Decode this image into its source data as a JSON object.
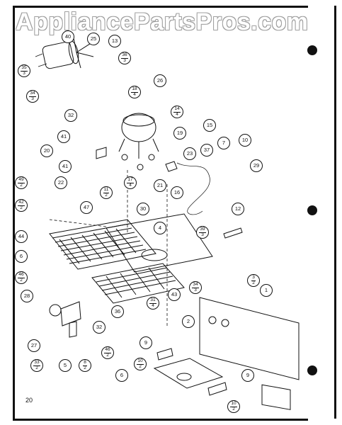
{
  "watermark": "AppliancePartsPros.com",
  "page_number": "20",
  "callouts": [
    {
      "id": "c40",
      "text": "40"
    },
    {
      "id": "c25",
      "text": "25"
    },
    {
      "id": "c13",
      "text": "13"
    },
    {
      "id": "c36_3",
      "num": "36",
      "den": "3"
    },
    {
      "id": "c35_3",
      "num": "35",
      "den": "3"
    },
    {
      "id": "c34_3",
      "num": "34",
      "den": "3"
    },
    {
      "id": "c26",
      "text": "26"
    },
    {
      "id": "c18_4",
      "num": "18",
      "den": "4"
    },
    {
      "id": "c14_4",
      "num": "14",
      "den": "4"
    },
    {
      "id": "c32a",
      "text": "32"
    },
    {
      "id": "c19",
      "text": "19"
    },
    {
      "id": "c15",
      "text": "15"
    },
    {
      "id": "c41a",
      "text": "41"
    },
    {
      "id": "c7",
      "text": "7"
    },
    {
      "id": "c10",
      "text": "10"
    },
    {
      "id": "c37",
      "text": "37"
    },
    {
      "id": "c23",
      "text": "23"
    },
    {
      "id": "c20",
      "text": "20"
    },
    {
      "id": "c41b",
      "text": "41"
    },
    {
      "id": "c29",
      "text": "29"
    },
    {
      "id": "c22",
      "text": "22"
    },
    {
      "id": "c17_4",
      "num": "17",
      "den": "4"
    },
    {
      "id": "c21",
      "text": "21"
    },
    {
      "id": "c16",
      "text": "16"
    },
    {
      "id": "c11_2",
      "num": "11",
      "den": "2"
    },
    {
      "id": "c49_2",
      "num": "49",
      "den": "2"
    },
    {
      "id": "c42_2",
      "num": "42",
      "den": "2"
    },
    {
      "id": "c47",
      "text": "47"
    },
    {
      "id": "c30",
      "text": "30"
    },
    {
      "id": "c12",
      "text": "12"
    },
    {
      "id": "c4",
      "text": "4"
    },
    {
      "id": "c39_3",
      "num": "39",
      "den": "3"
    },
    {
      "id": "c44",
      "text": "44"
    },
    {
      "id": "c6a",
      "text": "6"
    },
    {
      "id": "c3_2",
      "num": "3",
      "den": "2"
    },
    {
      "id": "c46_2a",
      "num": "46",
      "den": "2"
    },
    {
      "id": "c1",
      "text": "1"
    },
    {
      "id": "c34_3b",
      "num": "34",
      "den": "3"
    },
    {
      "id": "c43",
      "text": "43"
    },
    {
      "id": "c28",
      "text": "28"
    },
    {
      "id": "c31_4",
      "num": "31",
      "den": "4"
    },
    {
      "id": "c36",
      "text": "36"
    },
    {
      "id": "c2",
      "text": "2"
    },
    {
      "id": "c32b",
      "text": "32"
    },
    {
      "id": "c27",
      "text": "27"
    },
    {
      "id": "c9a",
      "text": "9"
    },
    {
      "id": "c46_2b",
      "num": "46",
      "den": "2"
    },
    {
      "id": "c33_2",
      "num": "33",
      "den": "2"
    },
    {
      "id": "c5",
      "text": "5"
    },
    {
      "id": "c8_2",
      "num": "8",
      "den": "2"
    },
    {
      "id": "c6b",
      "text": "6"
    },
    {
      "id": "c10_2a",
      "num": "10",
      "den": "2"
    },
    {
      "id": "c9b",
      "text": "9"
    },
    {
      "id": "c10_2b",
      "num": "10",
      "den": "2"
    }
  ]
}
